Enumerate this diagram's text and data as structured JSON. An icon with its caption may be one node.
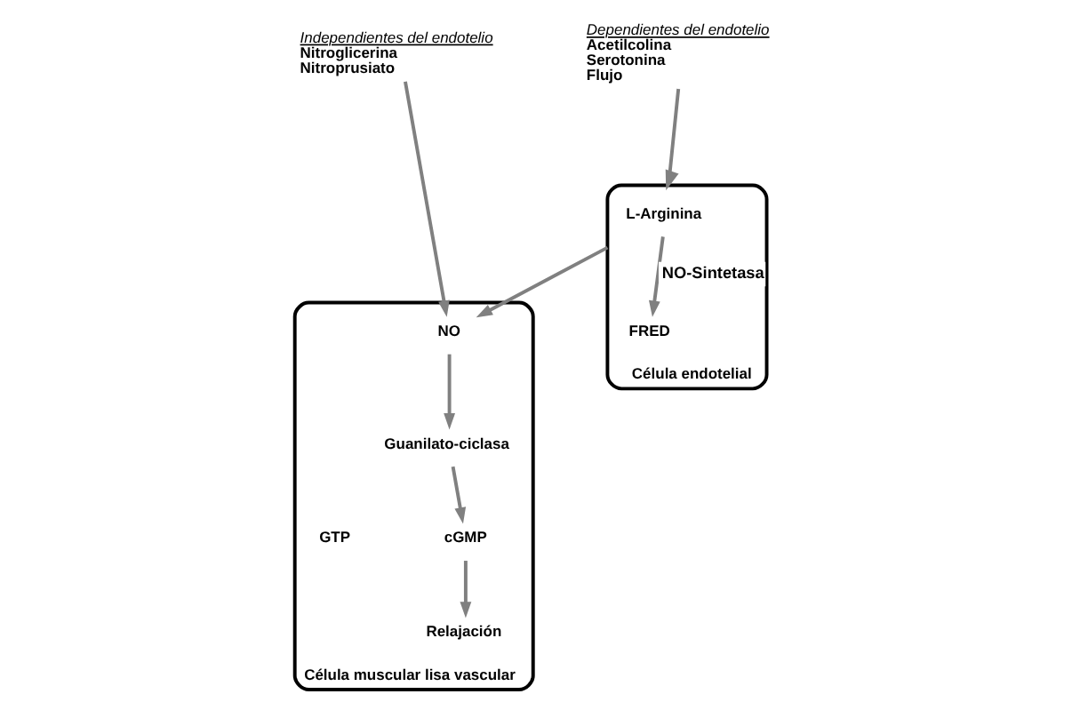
{
  "diagram": {
    "nodes": [
      {
        "text": [
          "Independientes del endotelio",
          "Nitroglicerina",
          "Nitroprusiato"
        ]
      },
      {
        "text": [
          "Dependientes del endotelio",
          "Acetilcolina",
          "Serotonina",
          "Flujo"
        ]
      },
      {
        "text": [
          "Célula endotelial"
        ]
      },
      {
        "text": [
          "L-Arginina"
        ],
        "in": 2
      },
      {
        "text": [
          "FRED"
        ],
        "in": 2
      },
      {
        "text": [
          "Célula muscular lisa vascular"
        ]
      },
      {
        "text": [
          "NO"
        ],
        "in": 5
      },
      {
        "text": [
          "Guanilato-ciclasa"
        ],
        "in": 5
      },
      {
        "text": [
          "GTP"
        ],
        "in": 5
      },
      {
        "text": [
          "cGMP"
        ],
        "in": 5
      },
      {
        "text": [
          "Relajación"
        ],
        "in": 5
      }
    ],
    "edges": [
      {
        "from": 1,
        "to": 2,
        "arrow": "to"
      },
      {
        "from": 0,
        "to": 6,
        "arrow": "to"
      },
      {
        "from": 3,
        "to": 4,
        "arrow": "to",
        "label": "NO-Sintetasa"
      },
      {
        "from": 2,
        "to": 6,
        "arrow": "to"
      },
      {
        "from": 6,
        "to": 7,
        "arrow": "to"
      },
      {
        "from": 7,
        "to": 9,
        "arrow": "to"
      },
      {
        "from": 9,
        "to": 10,
        "arrow": "to"
      }
    ]
  }
}
